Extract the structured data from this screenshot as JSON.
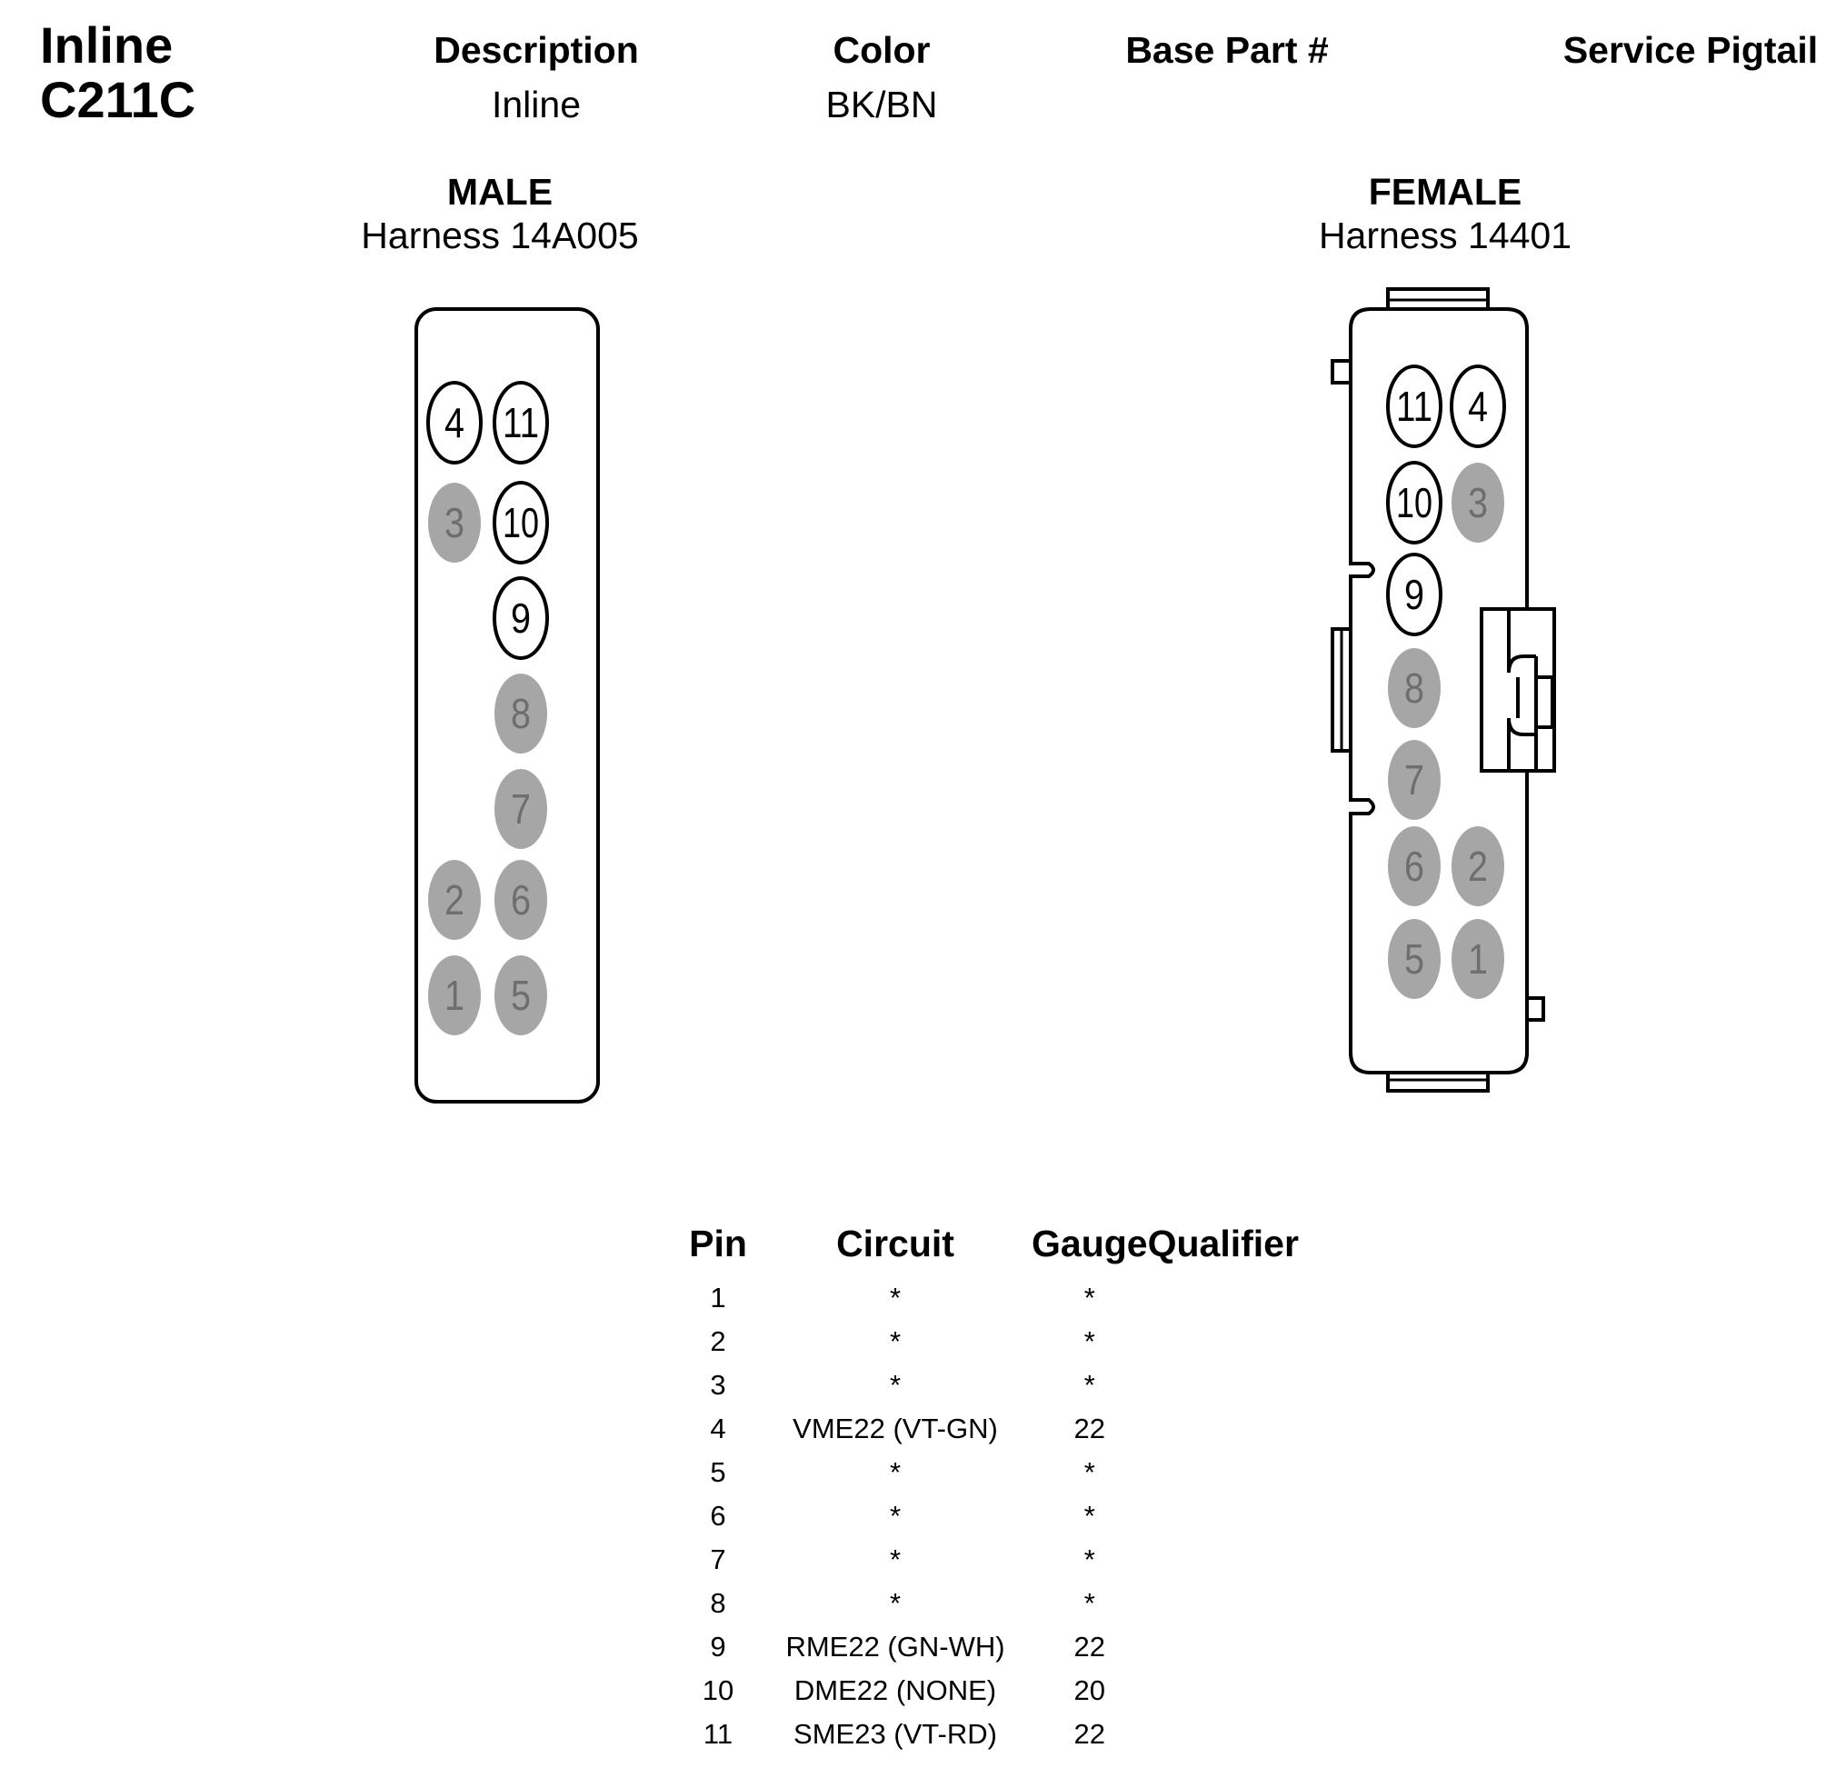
{
  "connector": {
    "title_line1": "Inline",
    "title_line2": "C211C"
  },
  "header": {
    "description_label": "Description",
    "description_value": "Inline",
    "color_label": "Color",
    "color_value": "BK/BN",
    "base_part_label": "Base Part #",
    "base_part_value": "",
    "service_pigtail_label": "Service Pigtail",
    "service_pigtail_value": ""
  },
  "male": {
    "label": "MALE",
    "harness": "Harness 14A005"
  },
  "female": {
    "label": "FEMALE",
    "harness": "Harness 14401"
  },
  "colors": {
    "unused_pin_fill": "#a6a6a6",
    "unused_pin_text": "#6e6e6e",
    "used_pin_fill": "#ffffff",
    "outline": "#000000"
  },
  "pin_table": {
    "headers": [
      "Pin",
      "Circuit",
      "Gauge",
      "Qualifier"
    ],
    "rows": [
      {
        "pin": "1",
        "circuit": "*",
        "gauge": "*",
        "qualifier": ""
      },
      {
        "pin": "2",
        "circuit": "*",
        "gauge": "*",
        "qualifier": ""
      },
      {
        "pin": "3",
        "circuit": "*",
        "gauge": "*",
        "qualifier": ""
      },
      {
        "pin": "4",
        "circuit": "VME22 (VT-GN)",
        "gauge": "22",
        "qualifier": ""
      },
      {
        "pin": "5",
        "circuit": "*",
        "gauge": "*",
        "qualifier": ""
      },
      {
        "pin": "6",
        "circuit": "*",
        "gauge": "*",
        "qualifier": ""
      },
      {
        "pin": "7",
        "circuit": "*",
        "gauge": "*",
        "qualifier": ""
      },
      {
        "pin": "8",
        "circuit": "*",
        "gauge": "*",
        "qualifier": ""
      },
      {
        "pin": "9",
        "circuit": "RME22 (GN-WH)",
        "gauge": "22",
        "qualifier": ""
      },
      {
        "pin": "10",
        "circuit": "DME22 (NONE)",
        "gauge": "20",
        "qualifier": ""
      },
      {
        "pin": "11",
        "circuit": "SME23 (VT-RD)",
        "gauge": "22",
        "qualifier": ""
      }
    ]
  }
}
